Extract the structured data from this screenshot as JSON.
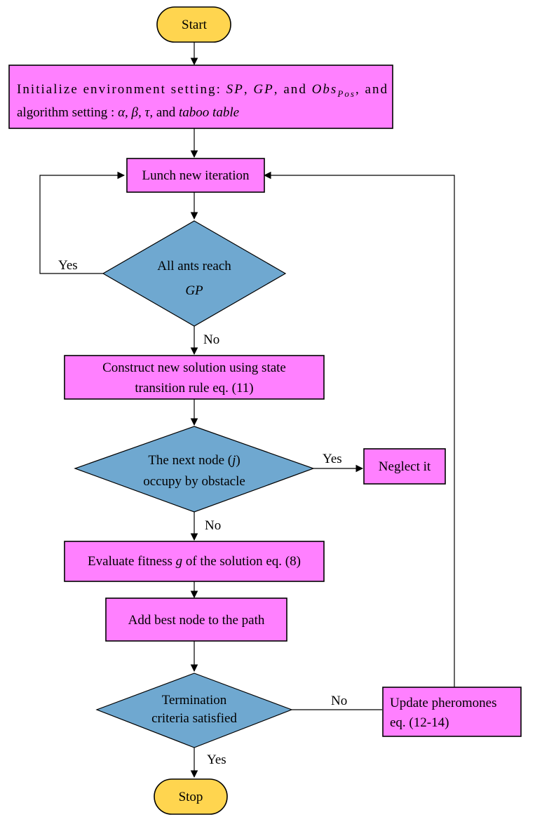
{
  "colors": {
    "process": "#ff80ff",
    "terminal": "#ffd54f",
    "decision": "#6fa8d0"
  },
  "start": "Start",
  "stop": "Stop",
  "init": {
    "l1a": "Initialize environment setting:",
    "l1_sp": "SP",
    "l1_c1": ",",
    "l1_gp": "GP",
    "l1_and": ", and",
    "l1_obs": "Obs",
    "l1_pos": "Pos",
    "l1_end": ", and",
    "l2a": "algorithm setting :",
    "l2_params": "α, β, τ,",
    "l2_and": "and",
    "l2_taboo": "taboo table"
  },
  "lunch": "Lunch new iteration",
  "d1": {
    "l1": "All ants reach",
    "l2": "GP"
  },
  "d1_yes": "Yes",
  "d1_no": "No",
  "construct": {
    "l1": "Construct new solution using state",
    "l2": "transition rule eq. (11)"
  },
  "d2": {
    "l1a": "The  next  node  (",
    "l1_j": "j",
    "l1b": ")",
    "l2": "occupy by obstacle"
  },
  "d2_yes": "Yes",
  "d2_no": "No",
  "neglect": "Neglect it",
  "evaluate": {
    "a": "Evaluate fitness",
    "g": "g",
    "b": "of the solution eq. (8)"
  },
  "addbest": "Add best node to the path",
  "d3": {
    "l1": "Termination",
    "l2": "criteria satisfied"
  },
  "d3_no": "No",
  "d3_yes": "Yes",
  "update": {
    "l1": "Update pheromones",
    "l2": "eq. (12-14)"
  }
}
